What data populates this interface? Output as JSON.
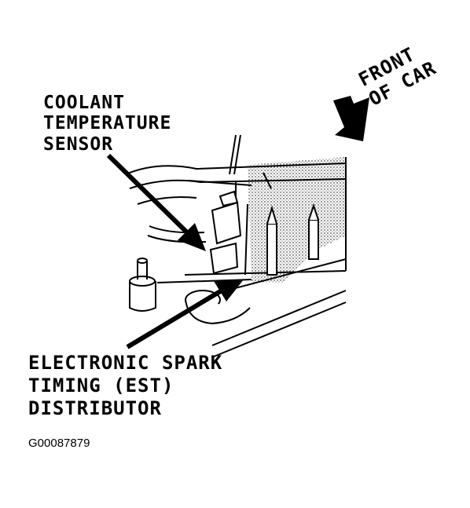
{
  "labels": {
    "coolant_sensor": "COOLANT\nTEMPERATURE\nSENSOR",
    "est_distributor": "ELECTRONIC SPARK\nTIMING (EST)\nDISTRIBUTOR",
    "front_of_car": "FRONT\nOF CAR"
  },
  "figure_code": "G00087879",
  "colors": {
    "ink": "#000000",
    "background": "#ffffff"
  }
}
